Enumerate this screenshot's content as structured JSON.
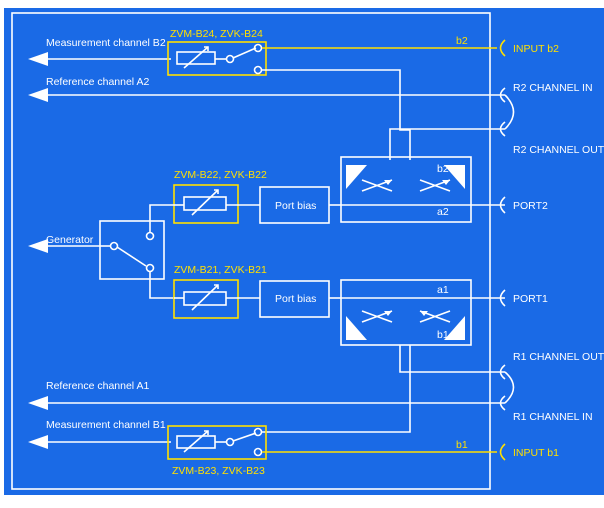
{
  "colors": {
    "background": "#1a6ae6",
    "line": "#ffffff",
    "option_highlight": "#ffe000"
  },
  "labels": {
    "measurement_b2": "Measurement channel B2",
    "reference_a2": "Reference channel A2",
    "generator": "Generator",
    "reference_a1": "Reference channel A1",
    "measurement_b1": "Measurement channel B1",
    "port_bias": "Port bias",
    "b2": "b2",
    "a2": "a2",
    "a1": "a1",
    "b1": "b1"
  },
  "options": {
    "b24": "ZVM-B24, ZVK-B24",
    "b22": "ZVM-B22, ZVK-B22",
    "b21": "ZVM-B21, ZVK-B21",
    "b23": "ZVM-B23, ZVK-B23"
  },
  "ports": {
    "input_b2": "INPUT b2",
    "r2_in": "R2 CHANNEL IN",
    "r2_out": "R2 CHANNEL OUT",
    "port2": "PORT2",
    "port1": "PORT1",
    "r1_out": "R1 CHANNEL OUT",
    "r1_in": "R1 CHANNEL IN",
    "input_b1": "INPUT b1"
  }
}
